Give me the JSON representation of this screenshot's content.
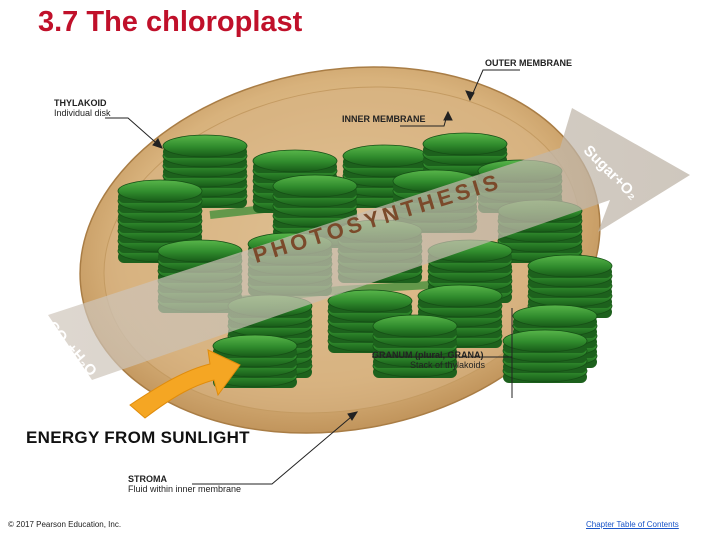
{
  "title": "3.7 The chloroplast",
  "labels": {
    "outer_membrane": "OUTER MEMBRANE",
    "thylakoid": "THYLAKOID",
    "thylakoid_sub": "Individual disk",
    "inner_membrane": "INNER MEMBRANE",
    "granum": "GRANUM (plural, GRANA)",
    "granum_sub": "Stack of thylakoids",
    "stroma": "STROMA",
    "stroma_sub": "Fluid within inner membrane",
    "energy": "ENERGY FROM SUNLIGHT",
    "photosynthesis": "PHOTOSYNTHESIS",
    "input": "CO₂+H₂O",
    "output": "Sugar+O₂"
  },
  "footer": {
    "copyright": "© 2017 Pearson Education, Inc.",
    "toc_link": "Chapter Table of Contents"
  },
  "colors": {
    "title": "#c0102a",
    "disk_dark": "#1f6b1f",
    "disk_light": "#4fae43",
    "membrane": "#d9b57e",
    "arrow_gray": "#c9c0b4",
    "sunlight": "#f5a623"
  }
}
